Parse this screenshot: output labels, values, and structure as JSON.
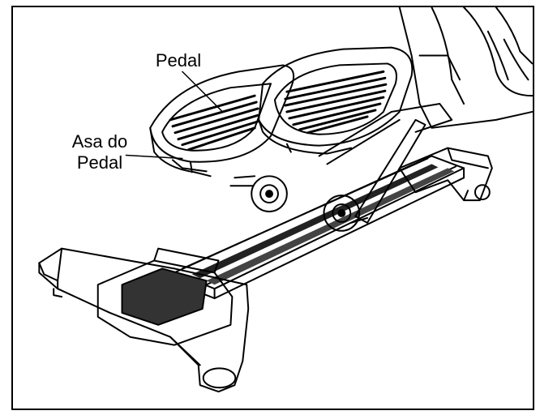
{
  "labels": {
    "pedal": "Pedal",
    "pedal_handle_line1": "Asa do",
    "pedal_handle_line2": "Pedal"
  },
  "colors": {
    "line": "#000000",
    "background": "#ffffff"
  }
}
